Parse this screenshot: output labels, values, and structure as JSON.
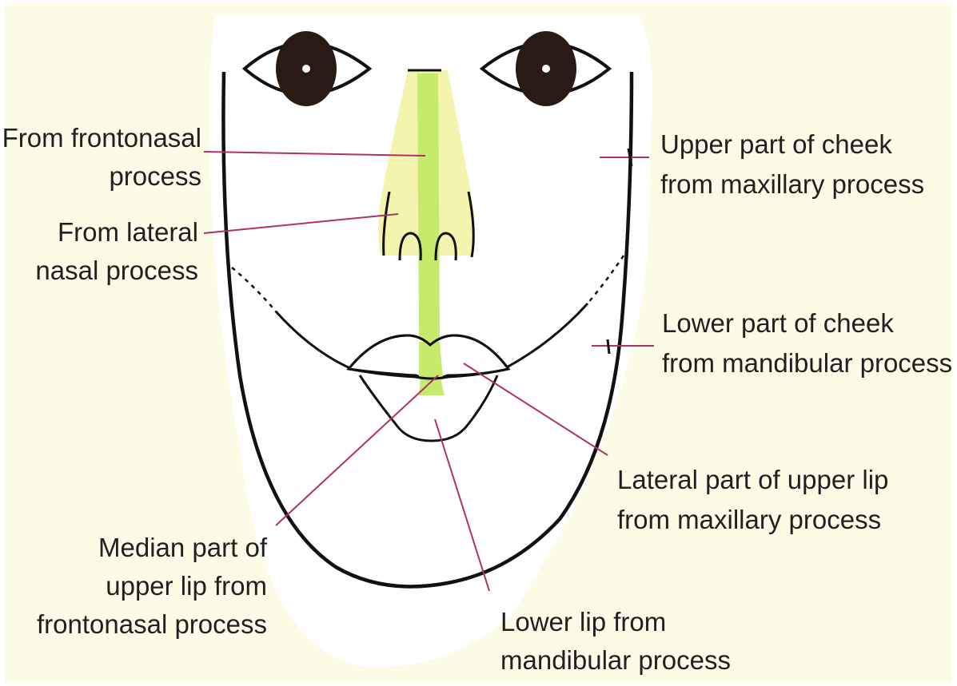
{
  "colors": {
    "page_background": "#ffffff",
    "panel_background": "#fbfbe6",
    "face_background": "#ffffff",
    "outline": "#111111",
    "nose_fill": "#f3f5ae",
    "median_stripe": "#c6ea6c",
    "leader_line": "#b0306a",
    "text": "#231f20"
  },
  "labels": {
    "frontonasal": {
      "line1": "From frontonasal",
      "line2": "process"
    },
    "lateral_nasal": {
      "line1": "From lateral",
      "line2": "nasal process"
    },
    "upper_cheek": {
      "line1": "Upper part of cheek",
      "line2": "from maxillary process"
    },
    "lower_cheek": {
      "line1": "Lower part of cheek",
      "line2": "from mandibular process"
    },
    "lateral_upper_lip": {
      "line1": "Lateral part of upper lip",
      "line2": "from maxillary process"
    },
    "median_upper_lip": {
      "line1": "Median part of",
      "line2": "upper lip from",
      "line3": "frontonasal process"
    },
    "lower_lip": {
      "line1": "Lower lip from",
      "line2": "mandibular process"
    }
  }
}
